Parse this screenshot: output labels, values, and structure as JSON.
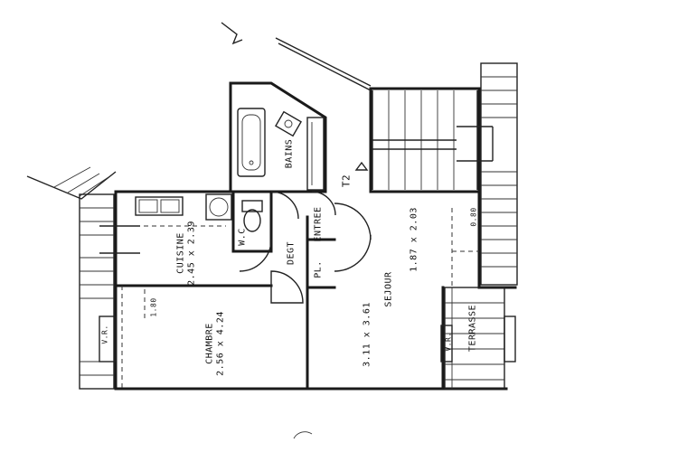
{
  "rooms": {
    "cuisine": {
      "name": "CUISINE",
      "dims": "2.45 x 2.39"
    },
    "chambre": {
      "name": "CHAMBRE",
      "dims": "2.56 x 4.24"
    },
    "sejour": {
      "name": "SEJOUR",
      "dims": "3.11 x 3.61",
      "dims2": "1.87 x 2.03"
    },
    "bains": {
      "name": "BAINS"
    },
    "wc": {
      "name": "W.C"
    },
    "degt": {
      "name": "DEGT"
    },
    "entree": {
      "name": "ENTREE"
    },
    "placard": {
      "name": "PL."
    },
    "terrasse": {
      "name": "TERRASSE"
    }
  },
  "annotations": {
    "t2": "T2",
    "vr_left": "V.R.",
    "vr_right": "V.R.",
    "dim_chambre_alcove": "1.80",
    "dim_sejour_alcove": "0.80"
  }
}
